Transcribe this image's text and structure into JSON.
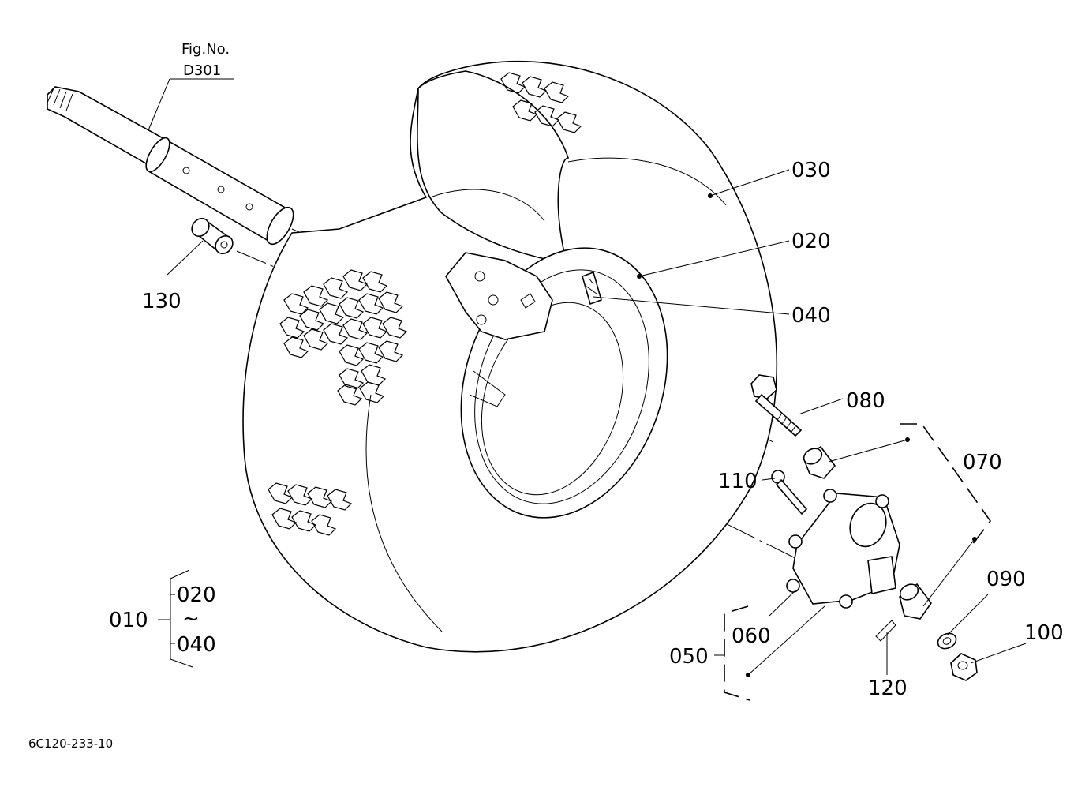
{
  "figure": {
    "fig_no_label": "Fig.No.",
    "fig_no_value": "D301",
    "drawing_code": "6C120-233-10"
  },
  "parts": {
    "p010": "010",
    "p020": "020",
    "p030": "030",
    "p040": "040",
    "p050": "050",
    "p060": "060",
    "p070": "070",
    "p080": "080",
    "p090": "090",
    "p100": "100",
    "p110": "110",
    "p120": "120",
    "p130": "130"
  },
  "assembly": {
    "range_from": "020",
    "range_sep": "~",
    "range_to": "040"
  }
}
